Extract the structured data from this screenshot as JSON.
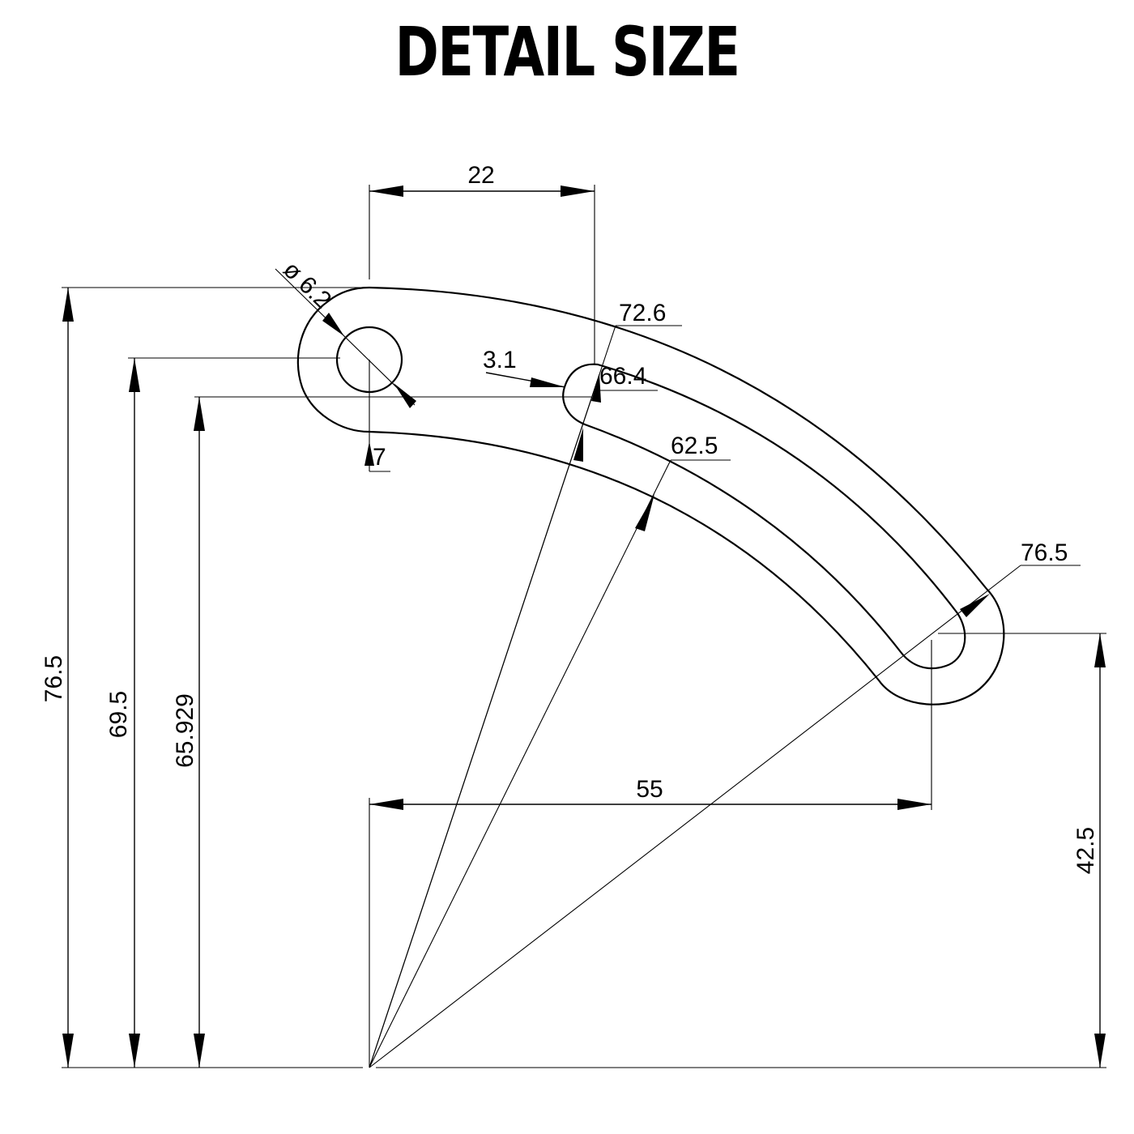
{
  "title": "DETAIL SIZE",
  "dimensions": {
    "top_span": "22",
    "hole_diameter": "ø 6.2",
    "slot_radius_outer": "72.6",
    "slot_half_width": "3.1",
    "slot_radius_center": "66.4",
    "inner_radius": "62.5",
    "end_radius": "76.5",
    "offset_small": "7",
    "left_height_total": "76.5",
    "left_height_hole": "69.5",
    "left_height_slot": "65.929",
    "bottom_span": "55",
    "right_height": "42.5"
  }
}
